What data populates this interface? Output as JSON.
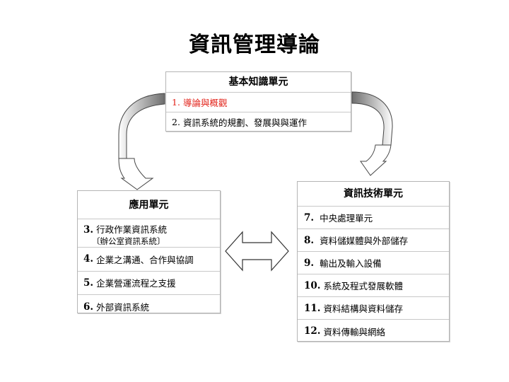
{
  "title": "資訊管理導論",
  "basic": {
    "heading": "基本知識單元",
    "items": [
      {
        "num": "1.",
        "text": "導論與概觀"
      },
      {
        "num": "2.",
        "text": "資訊系統的規劃、發展與與運作"
      }
    ]
  },
  "application": {
    "heading": "應用單元",
    "items": [
      {
        "num": "3.",
        "text": "行政作業資訊系統",
        "sub": "〔辦公室資訊系統〕"
      },
      {
        "num": "4.",
        "text": "企業之溝通、合作與協調"
      },
      {
        "num": "5.",
        "text": "企業營運流程之支援"
      },
      {
        "num": "6.",
        "text": "外部資訊系統"
      }
    ]
  },
  "technology": {
    "heading": "資訊技術單元",
    "items": [
      {
        "num": "7.",
        "text": "中央處理單元"
      },
      {
        "num": "8.",
        "text": "資料儲媒體與外部儲存"
      },
      {
        "num": "9.",
        "text": "輸出及輸入設備"
      },
      {
        "num": "10.",
        "text": "系統及程式發展軟體"
      },
      {
        "num": "11.",
        "text": "資料結構與資料儲存"
      },
      {
        "num": "12.",
        "text": "資料傳輸與網絡"
      }
    ]
  },
  "colors": {
    "highlight": "#e2231a",
    "border": "#b5b5b5"
  }
}
